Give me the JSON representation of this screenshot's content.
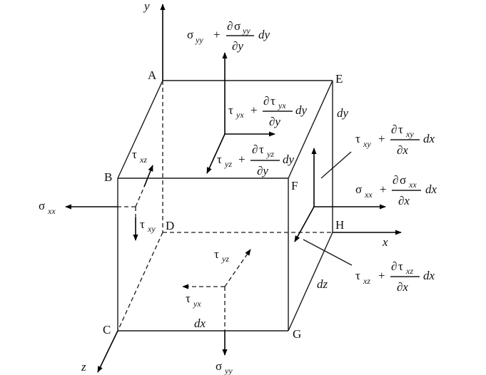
{
  "axes": {
    "x": "x",
    "y": "y",
    "z": "z"
  },
  "vertices": {
    "A": "A",
    "B": "B",
    "C": "C",
    "D": "D",
    "E": "E",
    "F": "F",
    "G": "G",
    "H": "H"
  },
  "dims": {
    "dx": "dx",
    "dy": "dy",
    "dz": "dz"
  },
  "labels": {
    "sigma": "σ",
    "tau": "τ",
    "partial": "∂",
    "plus": "+",
    "xx": "xx",
    "yy": "yy",
    "xy": "xy",
    "yx": "yx",
    "xz": "xz",
    "yz": "yz",
    "dx": "dx",
    "dy": "dy",
    "px": "∂x",
    "py": "∂y"
  }
}
